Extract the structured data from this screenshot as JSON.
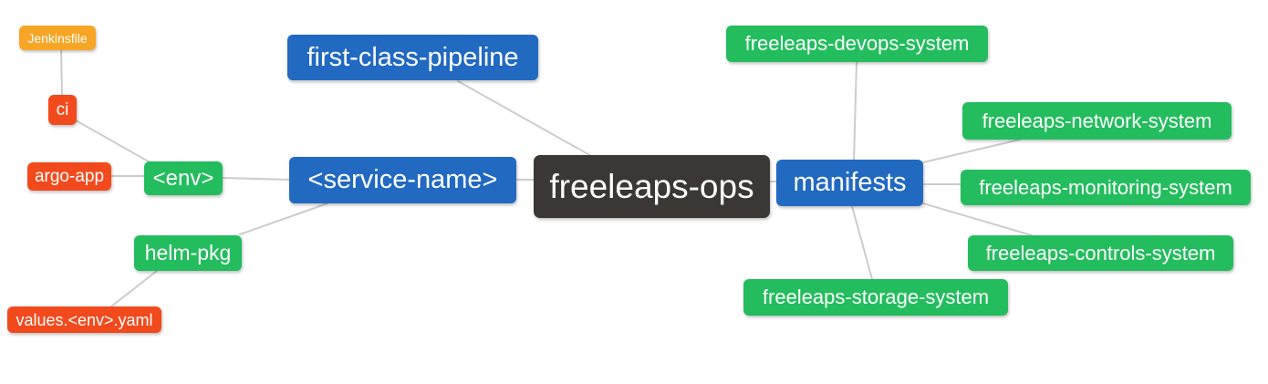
{
  "colors": {
    "blue": "#2169C1",
    "green": "#23BD5E",
    "orange": "#F7A525",
    "red": "#F24A1D",
    "dark": "#3A3735",
    "edge": "#cccccc"
  },
  "nodes": {
    "root": {
      "label": "freeleaps-ops"
    },
    "pipeline": {
      "label": "first-class-pipeline"
    },
    "service": {
      "label": "<service-name>"
    },
    "env": {
      "label": "<env>"
    },
    "ci": {
      "label": "ci"
    },
    "jenkinsfile": {
      "label": "Jenkinsfile"
    },
    "argo_app": {
      "label": "argo-app"
    },
    "helm_pkg": {
      "label": "helm-pkg"
    },
    "values_yaml": {
      "label": "values.<env>.yaml"
    },
    "manifests": {
      "label": "manifests"
    },
    "devops": {
      "label": "freeleaps-devops-system"
    },
    "network": {
      "label": "freeleaps-network-system"
    },
    "monitoring": {
      "label": "freeleaps-monitoring-system"
    },
    "controls": {
      "label": "freeleaps-controls-system"
    },
    "storage": {
      "label": "freeleaps-storage-system"
    }
  },
  "edges": [
    {
      "from": "jenkinsfile",
      "to": "ci"
    },
    {
      "from": "ci",
      "to": "env"
    },
    {
      "from": "argo_app",
      "to": "env"
    },
    {
      "from": "env",
      "to": "service"
    },
    {
      "from": "service",
      "to": "root"
    },
    {
      "from": "pipeline",
      "to": "root"
    },
    {
      "from": "service",
      "to": "helm_pkg"
    },
    {
      "from": "helm_pkg",
      "to": "values_yaml"
    },
    {
      "from": "root",
      "to": "manifests"
    },
    {
      "from": "manifests",
      "to": "devops"
    },
    {
      "from": "manifests",
      "to": "network"
    },
    {
      "from": "manifests",
      "to": "monitoring"
    },
    {
      "from": "manifests",
      "to": "controls"
    },
    {
      "from": "manifests",
      "to": "storage"
    }
  ]
}
